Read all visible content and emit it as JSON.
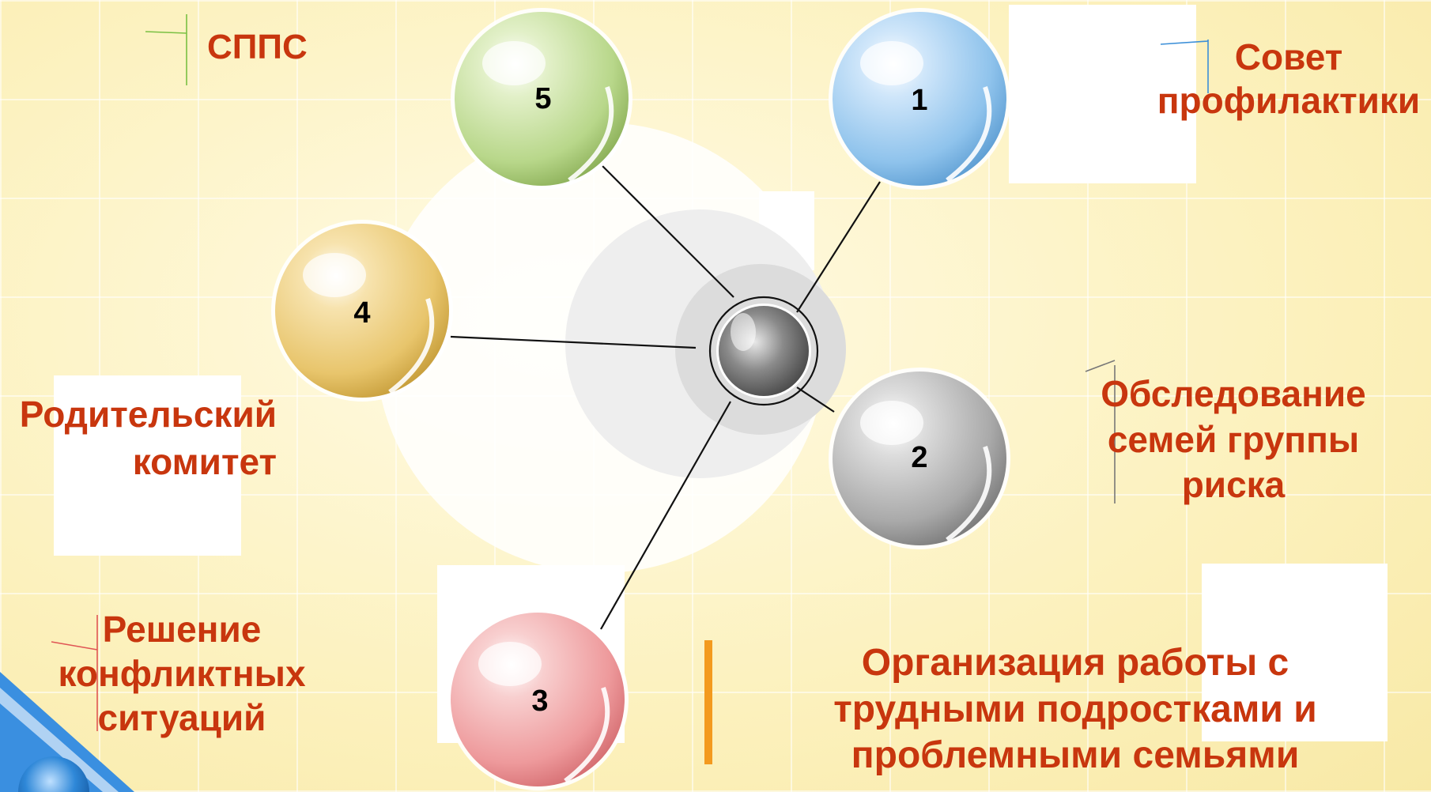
{
  "nodes": [
    {
      "number": "1",
      "label": "Совет\nпрофилактики",
      "color": "#8fc3ec"
    },
    {
      "number": "2",
      "label": "Обследование\nсемей группы\nриска",
      "color": "#a9a9a9"
    },
    {
      "number": "3",
      "label": "Решение\nконфликтных\nситуаций",
      "color": "#ee9a9c"
    },
    {
      "number": "4",
      "label": "Родительский\nкомитет",
      "color": "#e8c56c"
    },
    {
      "number": "5",
      "label": "СППС",
      "color": "#b8d78a"
    }
  ],
  "main_title": "Организация работы с\nтрудными подростками и\nпроблемными семьями",
  "colors": {
    "text": "#c8360e",
    "accent_bar": "#f39a1e",
    "hub": "#6d6d6d"
  }
}
